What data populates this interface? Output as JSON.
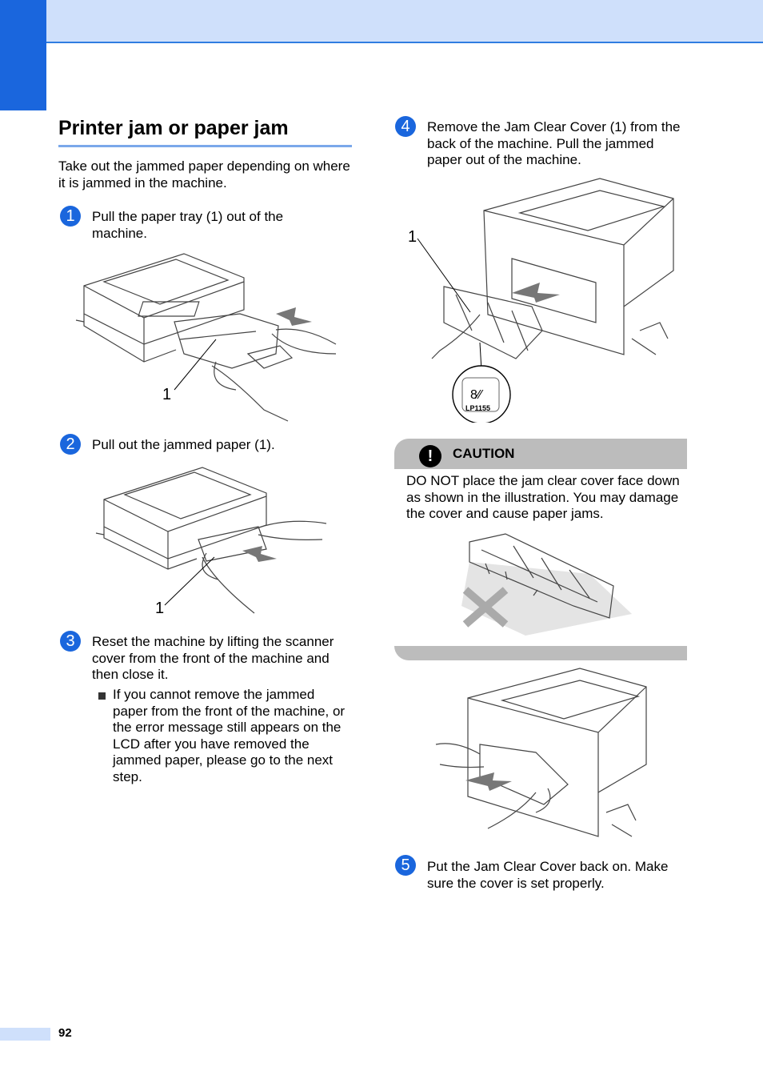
{
  "page": {
    "title": "Printer jam or paper jam",
    "intro": "Take out the jammed paper depending on where it is jammed in the machine.",
    "page_number": "92"
  },
  "steps": [
    {
      "number": "1",
      "text": "Pull the paper tray (1) out of the machine.",
      "callout": "1"
    },
    {
      "number": "2",
      "text": "Pull out the jammed paper (1).",
      "callout": "1"
    },
    {
      "number": "3",
      "text": "Reset the machine by lifting the scanner cover from the front of the machine and then close it.",
      "bullet": "If you cannot remove the jammed paper from the front of the machine, or the error message still appears on the LCD after you have removed the jammed paper, please go to the next step."
    },
    {
      "number": "4",
      "text": "Remove the Jam Clear Cover (1) from the back of the machine. Pull the jammed paper out of the machine.",
      "callout": "1",
      "label_code": "LP1155"
    },
    {
      "number": "5",
      "text": "Put the Jam Clear Cover back on. Make sure the cover is set properly."
    }
  ],
  "caution": {
    "label": "CAUTION",
    "icon": "exclamation-icon",
    "text": "DO NOT place the jam clear cover face down as shown in the illustration. You may damage the cover and cause paper jams."
  },
  "colors": {
    "accent": "#1a66dd",
    "band": "#cfe0fb",
    "caution_bar": "#bcbcbc"
  }
}
